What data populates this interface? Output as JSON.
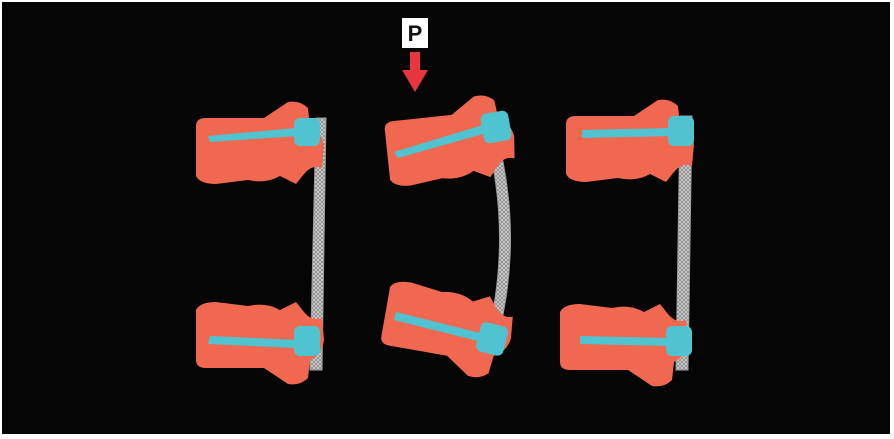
{
  "figure": {
    "load_label": "P",
    "panels": [
      "unloaded",
      "loaded",
      "unloaded"
    ]
  },
  "colors": {
    "background": "#050505",
    "bone": "#f0684f",
    "screw": "#4fc4d0",
    "rod": "#c8c8c8",
    "rod_mesh": "#8a8a8a",
    "arrow": "#e8363f",
    "label_box": "#ffffff"
  }
}
